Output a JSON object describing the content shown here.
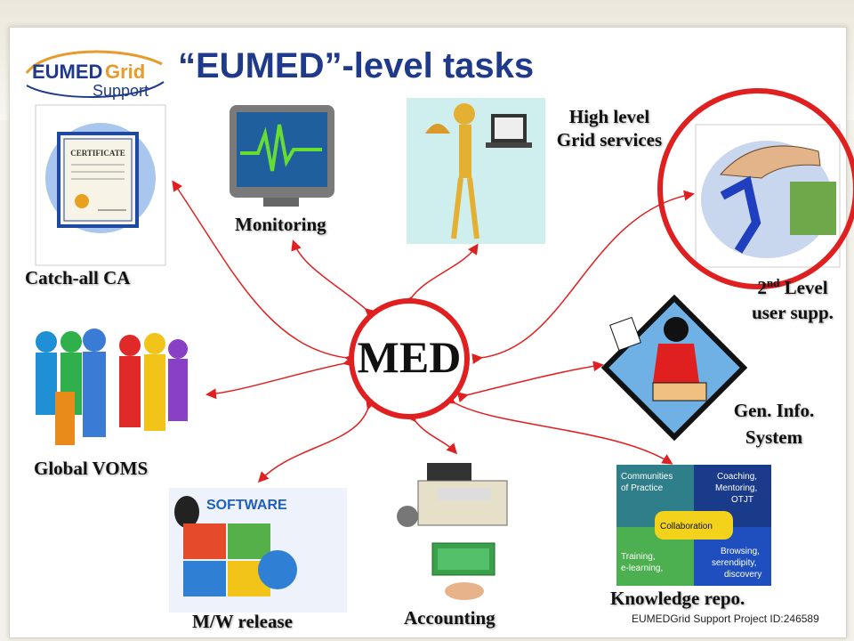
{
  "title": "“EUMED”-level tasks",
  "logo": {
    "line1_a": "EUMED",
    "line1_b": "Grid",
    "line2": "Support"
  },
  "center": {
    "label": "MED"
  },
  "nodes": {
    "catch_all_ca": "Catch-all CA",
    "monitoring": "Monitoring",
    "high_level_line1": "High level",
    "high_level_line2": "Grid services",
    "second_level_line1_prefix": "2",
    "second_level_line1_sup": "nd",
    "second_level_line1_suffix": " Level",
    "second_level_line2": "user supp.",
    "global_voms": "Global VOMS",
    "gen_info_line1": "Gen. Info.",
    "gen_info_line2": "System",
    "mw_release": "M/W release",
    "accounting": "Accounting",
    "knowledge_repo": "Knowledge repo."
  },
  "certificate": {
    "heading": "CERTIFICATE"
  },
  "software_box": {
    "heading": "SOFTWARE"
  },
  "knowledge_puzzle": {
    "tl": [
      "Communities",
      "of Practice"
    ],
    "tr": [
      "Coaching,",
      "Mentoring,",
      "OTJT"
    ],
    "center": "Collaboration",
    "bl": [
      "Training,",
      "e-learning,"
    ],
    "br": [
      "Browsing,",
      "serendipity,",
      "discovery"
    ]
  },
  "footer": "EUMEDGrid Support Project ID:246589",
  "colors": {
    "title": "#1f3a8a",
    "arrow": "#e02020",
    "ring": "#e02020"
  }
}
